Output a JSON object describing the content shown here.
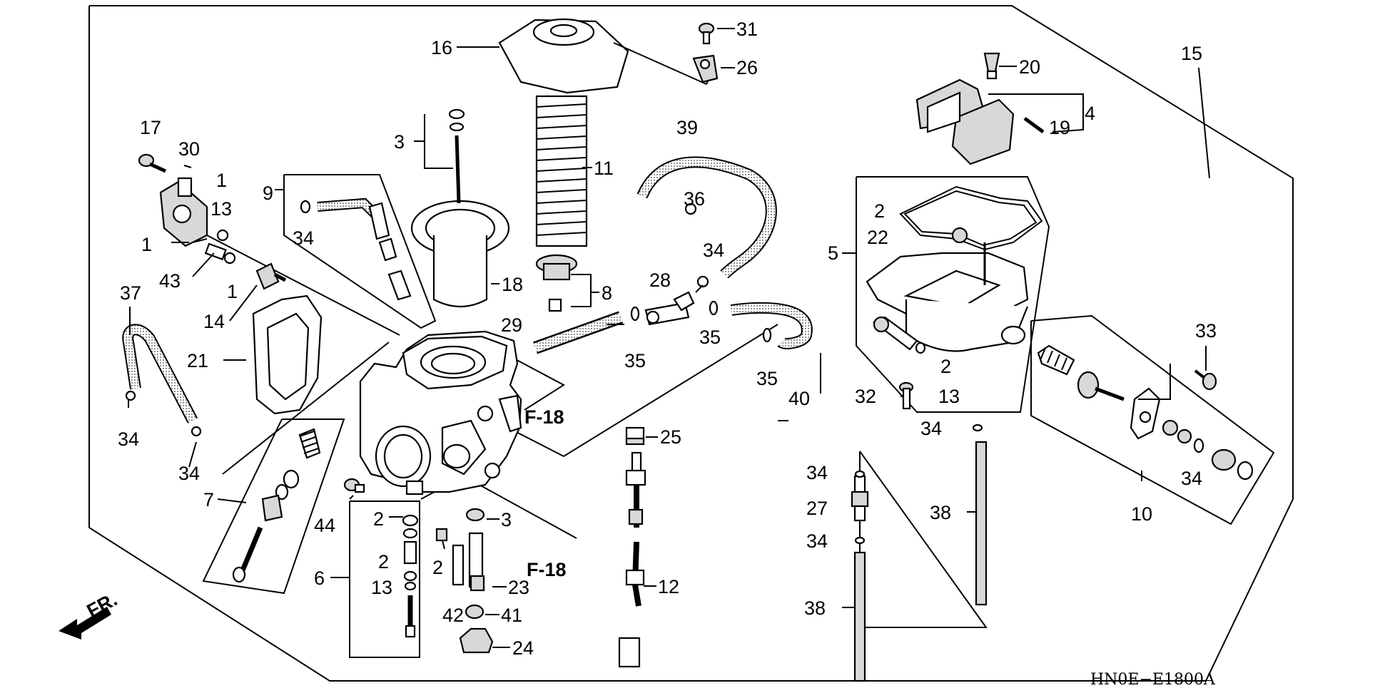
{
  "diagram": {
    "code": "HN0E−E1800A",
    "direction_label": "FR.",
    "labels": {
      "p1a": "1",
      "p1b": "1",
      "p1c": "1",
      "p2a": "2",
      "p2b": "2",
      "p2c": "2",
      "p2d": "2",
      "p2e": "2",
      "p3a": "3",
      "p3b": "3",
      "p4": "4",
      "p5": "5",
      "p6": "6",
      "p7": "7",
      "p8": "8",
      "p9": "9",
      "p10": "10",
      "p11": "11",
      "p12": "12",
      "p13a": "13",
      "p13b": "13",
      "p13c": "13",
      "p14": "14",
      "p15": "15",
      "p16": "16",
      "p17": "17",
      "p18": "18",
      "p19": "19",
      "p20": "20",
      "p21": "21",
      "p22": "22",
      "p23": "23",
      "p24": "24",
      "p25": "25",
      "p26": "26",
      "p27": "27",
      "p28": "28",
      "p29": "29",
      "p30": "30",
      "p31": "31",
      "p32": "32",
      "p33": "33",
      "p34a": "34",
      "p34b": "34",
      "p34c": "34",
      "p34d": "34",
      "p34e": "34",
      "p34f": "34",
      "p34g": "34",
      "p34h": "34",
      "p35a": "35",
      "p35b": "35",
      "p35c": "35",
      "p36": "36",
      "p37": "37",
      "p38a": "38",
      "p38b": "38",
      "p39": "39",
      "p40": "40",
      "p41": "41",
      "p42": "42",
      "p43": "43",
      "p44": "44",
      "f18a": "F-18",
      "f18b": "F-18"
    }
  }
}
